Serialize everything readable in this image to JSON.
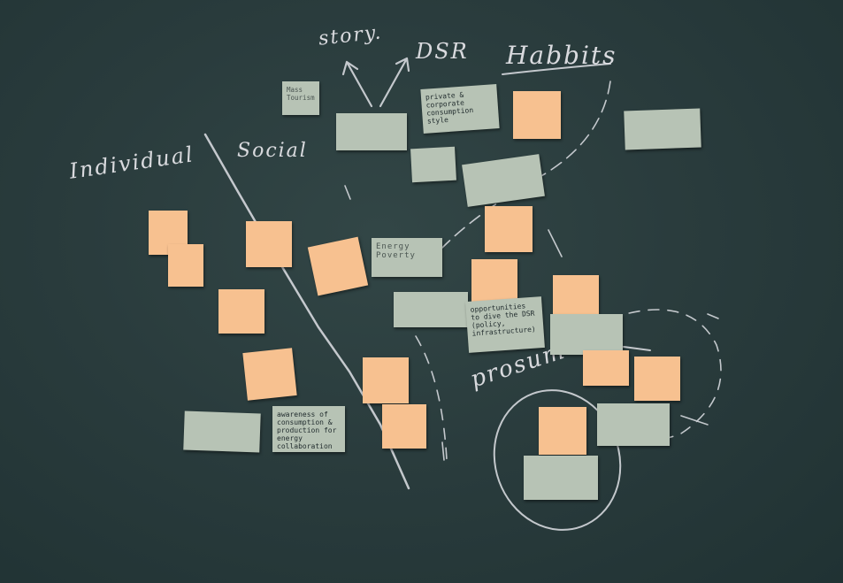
{
  "chalk_labels": {
    "individual": "Individual",
    "social": "Social",
    "story": "story.",
    "dsr": "DSR",
    "habbits": "Habbits",
    "prosumer": "prosum"
  },
  "notes": {
    "lifestyle": "private & corporate consumption style",
    "opportunities": "opportunities to dive the DSR (policy, infrastructure)",
    "awareness": "awareness of consumption & production for energy collaboration",
    "energy_poverty": "Energy Poverty",
    "mass_tourism": "Mass Tourism"
  },
  "colors": {
    "board": "#27393a",
    "chalk": "#e8e8ec",
    "note_orange": "#f7c190",
    "note_grey": "#b7c3b5"
  }
}
